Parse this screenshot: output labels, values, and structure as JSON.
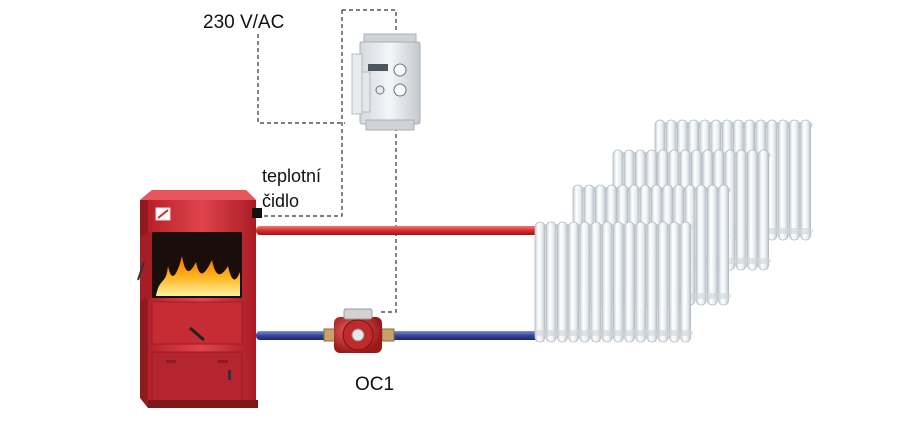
{
  "labels": {
    "power": "230 V/AC",
    "sensor_line1": "teplotní",
    "sensor_line2": "čidlo",
    "pump": "OC1"
  },
  "colors": {
    "boiler": "#d7373f",
    "supply_pipe": "#e23a3a",
    "return_pipe": "#3a4fa8",
    "radiator": "#e6ebef",
    "wire": "#333333",
    "sensor": "#111111"
  },
  "icons": {
    "controller": "din-rail-controller-icon",
    "boiler": "solid-fuel-boiler-icon",
    "pump": "circulation-pump-icon",
    "radiator": "radiator-icon",
    "sensor": "temperature-sensor-icon"
  }
}
